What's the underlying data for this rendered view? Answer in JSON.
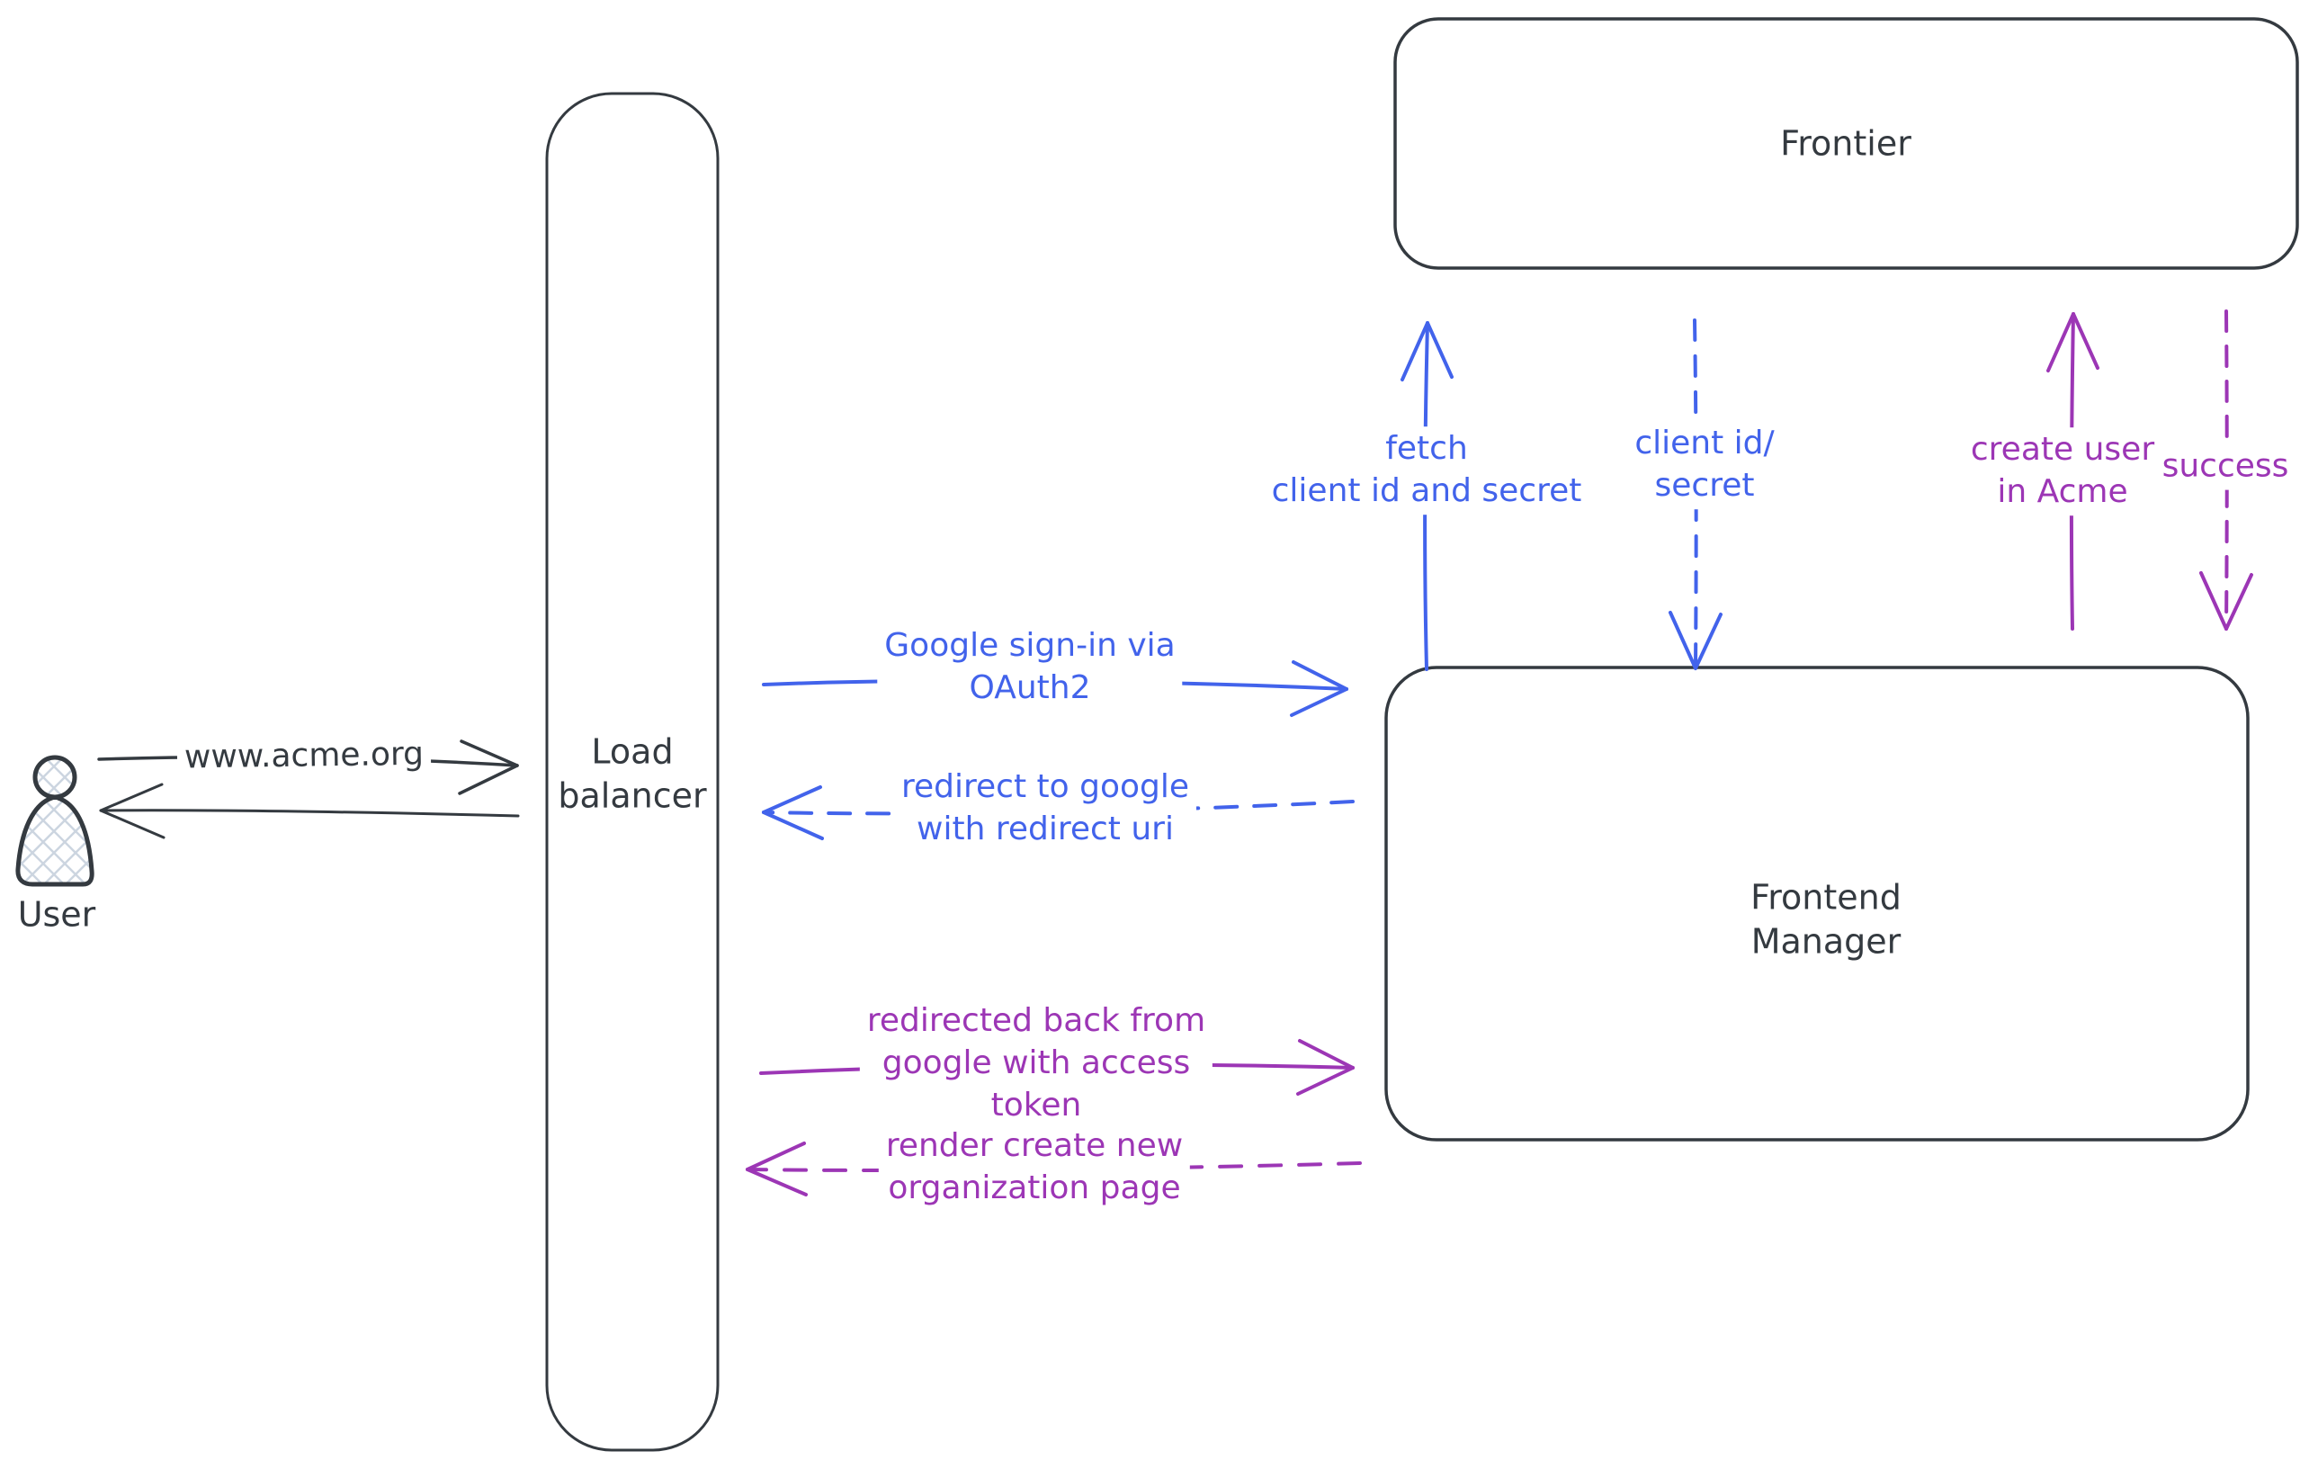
{
  "colors": {
    "ink": "#343a40",
    "blue": "#4263eb",
    "purple": "#9c36b5",
    "background": "#ffffff"
  },
  "nodes": {
    "user": {
      "label": "User",
      "type": "actor"
    },
    "load_balancer": {
      "label": "Load\nbalancer",
      "type": "box"
    },
    "frontier": {
      "label": "Frontier",
      "type": "box"
    },
    "frontend_manager": {
      "label": "Frontend\nManager",
      "type": "box"
    }
  },
  "edges": {
    "acme_request": {
      "label": "www.acme.org",
      "from": "user",
      "to": "load_balancer",
      "style": "solid",
      "color_name": "ink"
    },
    "acme_response": {
      "label": "",
      "from": "load_balancer",
      "to": "user",
      "style": "solid",
      "color_name": "ink"
    },
    "google_signin": {
      "label": "Google sign-in via\nOAuth2",
      "from": "load_balancer",
      "to": "frontend_manager",
      "style": "solid",
      "color_name": "blue"
    },
    "redirect_to_google": {
      "label": "redirect to google\nwith redirect uri",
      "from": "frontend_manager",
      "to": "load_balancer",
      "style": "dashed",
      "color_name": "blue"
    },
    "redirected_back": {
      "label": "redirected back from\ngoogle with access\ntoken",
      "from": "load_balancer",
      "to": "frontend_manager",
      "style": "solid",
      "color_name": "purple"
    },
    "render_org_page": {
      "label": "render create new\norganization page",
      "from": "frontend_manager",
      "to": "load_balancer",
      "style": "dashed",
      "color_name": "purple"
    },
    "fetch_client_secret": {
      "label": "fetch\nclient id and secret",
      "from": "frontend_manager",
      "to": "frontier",
      "style": "solid",
      "color_name": "blue"
    },
    "client_id_secret": {
      "label": "client id/\nsecret",
      "from": "frontier",
      "to": "frontend_manager",
      "style": "dashed",
      "color_name": "blue"
    },
    "create_user": {
      "label": "create user\nin Acme",
      "from": "frontend_manager",
      "to": "frontier",
      "style": "solid",
      "color_name": "purple"
    },
    "success": {
      "label": "success",
      "from": "frontier",
      "to": "frontend_manager",
      "style": "dashed",
      "color_name": "purple"
    }
  }
}
